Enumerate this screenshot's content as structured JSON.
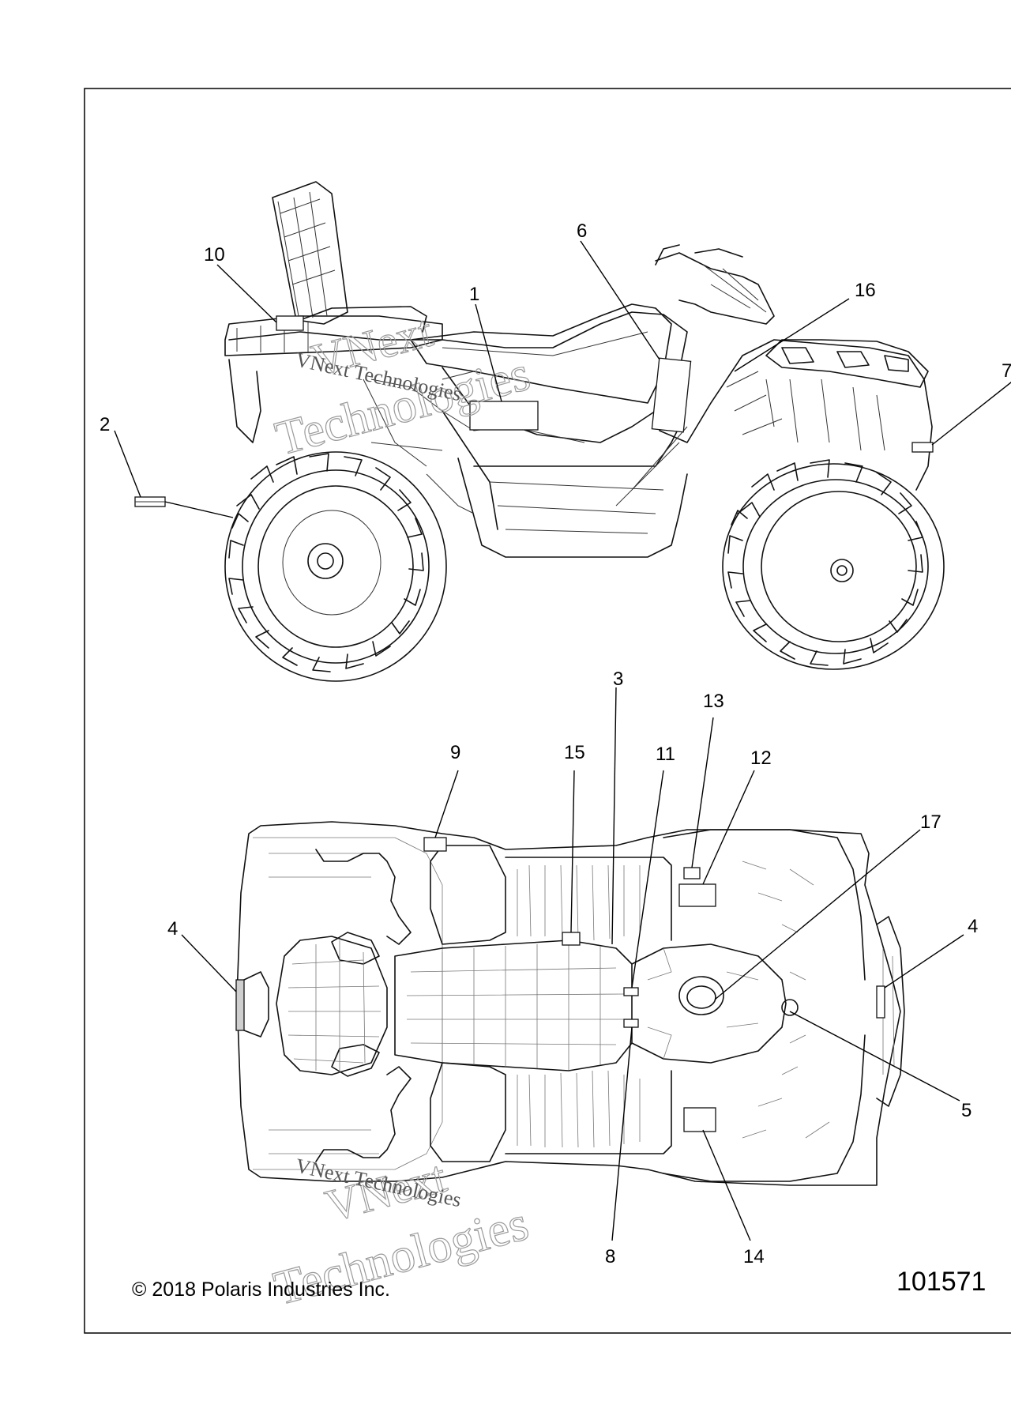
{
  "callouts": {
    "c1": "1",
    "c2": "2",
    "c3": "3",
    "c4a": "4",
    "c4b": "4",
    "c5": "5",
    "c6": "6",
    "c7": "7",
    "c8": "8",
    "c9": "9",
    "c10": "10",
    "c11": "11",
    "c12": "12",
    "c13": "13",
    "c14": "14",
    "c15": "15",
    "c16": "16",
    "c17": "17"
  },
  "watermark": {
    "line1": "VNext",
    "line2": "Technologies",
    "caption": "VNext Technologies"
  },
  "copyright": "© 2018 Polaris Industries Inc.",
  "diagram_number": "101571"
}
